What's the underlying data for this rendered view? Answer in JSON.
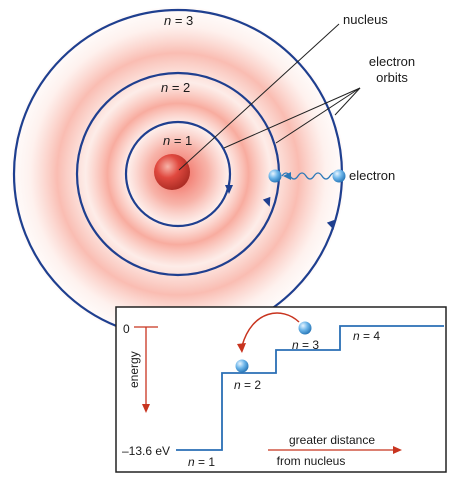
{
  "orbits": [
    {
      "n": "n",
      "eq": " = 1"
    },
    {
      "n": "n",
      "eq": " = 2"
    },
    {
      "n": "n",
      "eq": " = 3"
    }
  ],
  "labels": {
    "nucleus": "nucleus",
    "electron_orbits_line1": "electron",
    "electron_orbits_line2": "orbits",
    "electron": "electron"
  },
  "energy_panel": {
    "zero_label": "0",
    "axis_label": "energy",
    "ground_label": "–13.6 eV",
    "levels": [
      {
        "n": "n",
        "eq": " = 1"
      },
      {
        "n": "n",
        "eq": " = 2"
      },
      {
        "n": "n",
        "eq": " = 3"
      },
      {
        "n": "n",
        "eq": " = 4"
      }
    ],
    "distance_line1": "greater distance",
    "distance_line2": "from nucleus"
  },
  "colors": {
    "orbit": "#1f3f8f",
    "glow": "#f26d5b",
    "nucleus": "#d9453d",
    "electron": "#5aa7e0",
    "arrow_red": "#c8341f",
    "level_line": "#2a6fb5"
  }
}
